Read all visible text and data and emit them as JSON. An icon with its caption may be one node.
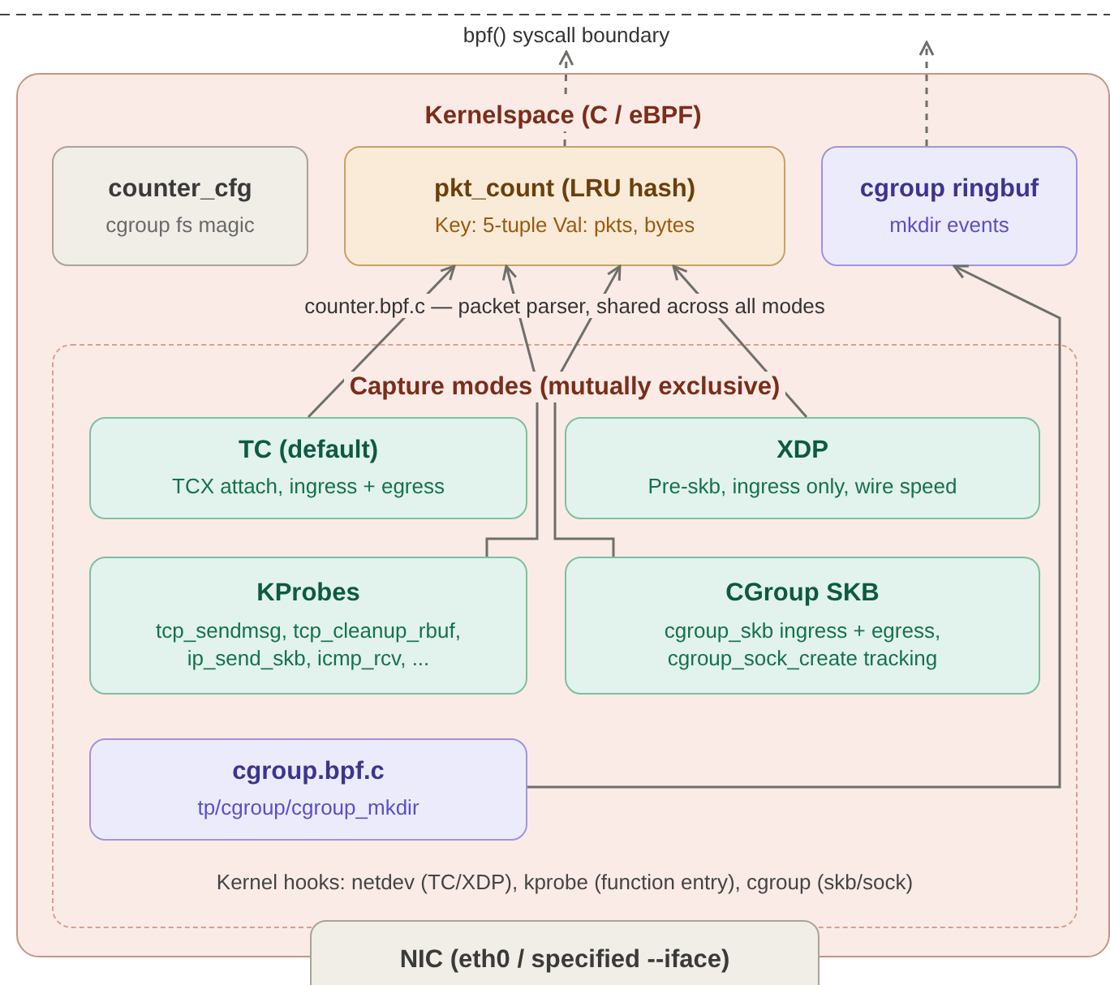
{
  "diagram": {
    "nodes": [
      {
        "text": [
          "Kernelspace (C / eBPF)"
        ]
      },
      {
        "text": [
          "counter_cfg",
          "cgroup fs magic"
        ],
        "in": 0
      },
      {
        "text": [
          "pkt_count (LRU hash)",
          "Key: 5-tuple Val: pkts, bytes"
        ],
        "in": 0
      },
      {
        "text": [
          "cgroup ringbuf",
          "mkdir events"
        ],
        "in": 0
      },
      {
        "text": [
          "Capture modes (mutually exclusive)",
          "Kernel hooks: netdev (TC/XDP), kprobe (function entry), cgroup (skb/sock)"
        ],
        "in": 0
      },
      {
        "text": [
          "TC (default)",
          "TCX attach, ingress + egress"
        ],
        "in": 4
      },
      {
        "text": [
          "XDP",
          "Pre-skb, ingress only, wire speed"
        ],
        "in": 4
      },
      {
        "text": [
          "KProbes",
          "tcp_sendmsg, tcp_cleanup_rbuf, ip_send_skb, icmp_rcv, ..."
        ],
        "in": 4
      },
      {
        "text": [
          "CGroup SKB",
          "cgroup_skb ingress + egress, cgroup_sock_create tracking"
        ],
        "in": 4
      },
      {
        "text": [
          "cgroup.bpf.c",
          "tp/cgroup/cgroup_mkdir"
        ],
        "in": 4
      },
      {
        "text": [
          "NIC (eth0 / specified --iface)"
        ]
      },
      {
        "text": [
          "bpf() syscall boundary"
        ]
      }
    ],
    "edges": [
      {
        "from": 5,
        "to": 2,
        "arrow": "to"
      },
      {
        "from": 7,
        "to": 2,
        "arrow": "to"
      },
      {
        "from": 6,
        "to": 2,
        "arrow": "to"
      },
      {
        "from": 8,
        "to": 2,
        "arrow": "to"
      },
      {
        "from": 9,
        "to": 3,
        "arrow": "to"
      },
      {
        "from": 2,
        "to": 11,
        "arrow": "to",
        "style": "dashed"
      },
      {
        "from": 3,
        "to": null,
        "arrow": "to",
        "style": "dashed"
      }
    ],
    "labels": [
      "counter.bpf.c — packet parser, shared across all modes"
    ]
  }
}
